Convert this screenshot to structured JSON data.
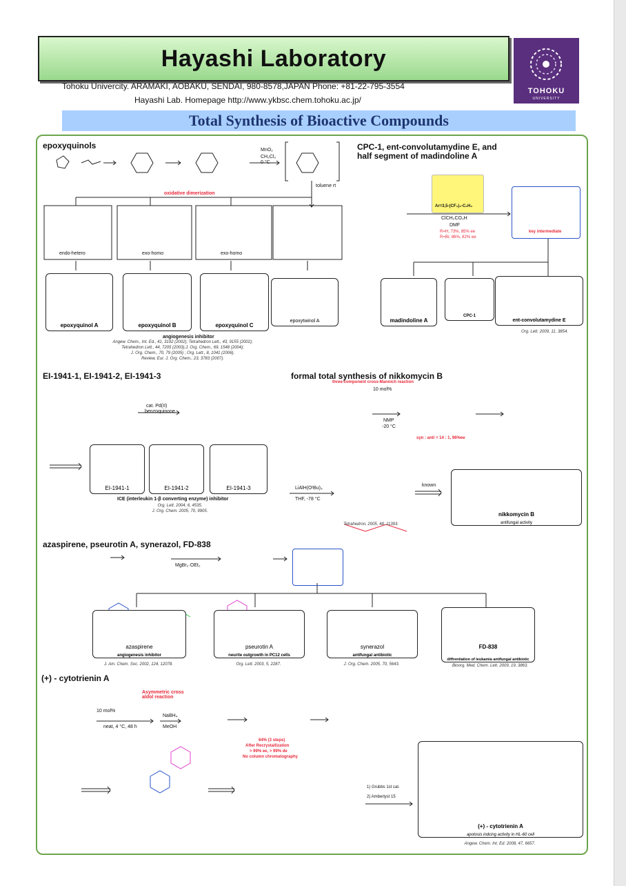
{
  "header": {
    "title": "Hayashi Laboratory",
    "address": "Tohoku Univercity.  ARAMAKI, AOBAKU, SENDAI, 980-8578,JAPAN    Phone: +81-22-795-3554",
    "homepage": "Hayashi Lab. Homepage http://www.ykbsc.chem.tohoku.ac.jp/",
    "logo_text": "TOHOKU",
    "logo_sub": "UNIVERSITY"
  },
  "section_title": "Total Synthesis of Bioactive Compounds",
  "epoxyquinols": {
    "heading": "epoxyquinols",
    "reagents": [
      "MnO₂",
      "CH₂Cl₂",
      "0 °C"
    ],
    "toluene": "toluene rt",
    "oxidative": "oxidative dimerization",
    "transition_labels": [
      "endo-hetero",
      "exo-homo",
      "exo-homo"
    ],
    "products": [
      "epoxyquinol A",
      "epoxyquinol B",
      "epoxyquinol C",
      "epoxytwinol A"
    ],
    "activity": "angiogenesis inhibitor",
    "refs": [
      "Angew. Chem., Int. Ed., 41, 3192 (2002); Tetrahedron Lett., 43, 9155 (2002);",
      "Tetrahedron Lett., 44, 7205 (2003);J. Org. Chem., 69, 1548 (2004);",
      "J. Org. Chem., 70, 79 (2005) ; Org. Lett., 8, 1041 (2006).",
      "Review, Eur. J. Org. Chem., 23, 3783 (2007)."
    ]
  },
  "cpc": {
    "heading1": "CPC-1, ent-convolutamydine E, and",
    "heading2": "half segment of madindoline A",
    "catalyst": "Ar=3,5-(CF₃)₂-C₆H₃",
    "conditions": [
      "ClCH₂CO₂H",
      "DMF"
    ],
    "yields": [
      "R=H,  73%, 85% ee",
      "R=Br, 86%, 82% ee"
    ],
    "key_label": "key intermediate",
    "products": [
      "madindoline A",
      "CPC-1",
      "ent-convolutamydine E"
    ],
    "ref": "Org. Lett. 2009, 11, 3854."
  },
  "ei": {
    "heading": "EI-1941-1, EI-1941-2, EI-1941-3",
    "conditions": [
      "cat. Pd(II)",
      "benzoquinone"
    ],
    "products": [
      "EI-1941-1",
      "EI-1941-2",
      "EI-1941-3"
    ],
    "activity": "ICE (interleukin 1-β converting enzyme) inhibitor",
    "refs": [
      "Org. Lett. 2004, 6, 4535.",
      "J. Org. Chem. 2005, 70, 9905."
    ]
  },
  "nikko": {
    "heading": "formal total synthesis of nikkomycin B",
    "reaction": "three-component cross-Mannich reaction",
    "catalyst": "10 mol%",
    "conditions": [
      "NMP",
      "-20 °C"
    ],
    "selectivity": "syn : anti = 14 : 1, 96%ee",
    "reduction": "LiAlH(OᵗBu)₃",
    "reduction_cond": "THF, -78 °C",
    "known": "known",
    "product": "nikkomycin B",
    "activity": "antifungal activity",
    "ref": "Tetrahedron, 2005, 48, 11393."
  },
  "aza": {
    "heading": "azaspirene, pseurotin A, synerazol, FD-838",
    "reagent": "MgBr₂·OEt₂",
    "products": [
      {
        "name": "azaspirene",
        "activity": "angiogenesis inhibitor",
        "ref": "J. Am. Chem. Soc. 2002, 124, 12078."
      },
      {
        "name": "pseurotin A",
        "activity": "neurite outgrowth in PC12 cells",
        "ref": "Org. Lett. 2003, 5, 2287."
      },
      {
        "name": "synerazol",
        "activity": "antifungal antibiotic",
        "ref": "J. Org. Chem. 2005, 70, 5643."
      },
      {
        "name": "FD-838",
        "activity": "diffrentiation of leukamia antifungal antibiotic",
        "ref": "Bioorg. Med. Chem. Lett. 2009, 19, 3863."
      }
    ]
  },
  "cyto": {
    "heading": "(+) - cytotrienin A",
    "aldol": "Asymmetric cross aldol reaction",
    "catalyst": "10 mol%",
    "conditions": "neat, 4 °C, 48 h",
    "reduction": [
      "NaBH₄",
      "MeOH"
    ],
    "yield_notes": [
      "64% (3 steps)",
      "After Recrystallization",
      "> 99% ee, > 99% de",
      "No column chromatography"
    ],
    "steps": [
      "1) Grubbs 1st cat.",
      "2) Amberlyst 15"
    ],
    "product": "(+) - cytotrienin A",
    "activity": "apotosis indcing activity in HL-60 cell",
    "ref": "Angew. Chem. Int. Ed. 2008, 47, 6657."
  },
  "colors": {
    "frame": "#6ba54b",
    "accent": "#e8283a",
    "blue": "#2a54c9",
    "magenta": "#e040d0",
    "green": "#2ecc40"
  }
}
